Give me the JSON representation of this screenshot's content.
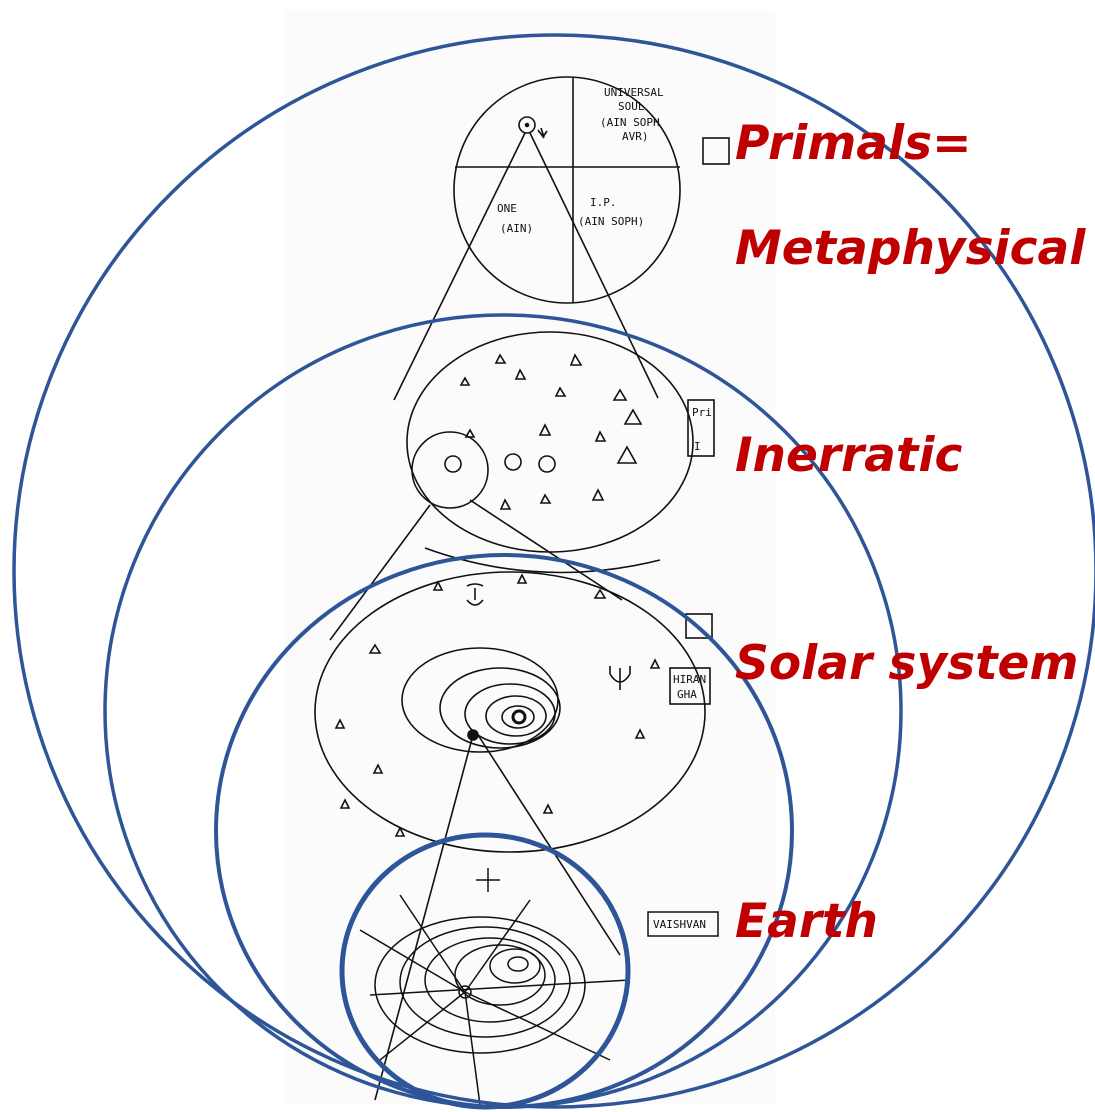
{
  "labels": {
    "primals": "Primals=",
    "metaphysical": "Metaphysical",
    "inerratic": "Inerratic",
    "solar_system": "Solar system",
    "earth": "Earth"
  },
  "sketch": {
    "universal_soul": "UNIVERSAL",
    "universal_soul_2": "SOUL",
    "ain_soph_avr": "(AIN SOPH",
    "ain_soph_avr_2": "AVR)",
    "one": "ONE",
    "ain": "(AIN)",
    "ip": "I.P.",
    "ain_soph": "(AIN SOPH)",
    "vaishvan": "VAISHVAN",
    "hiran": "HIRAN",
    "gha": "GHA",
    "pri": "Pri",
    "i": "I"
  },
  "colors": {
    "circle_stroke": "#2e5597",
    "label": "#c00000",
    "sketch": "#111111"
  }
}
